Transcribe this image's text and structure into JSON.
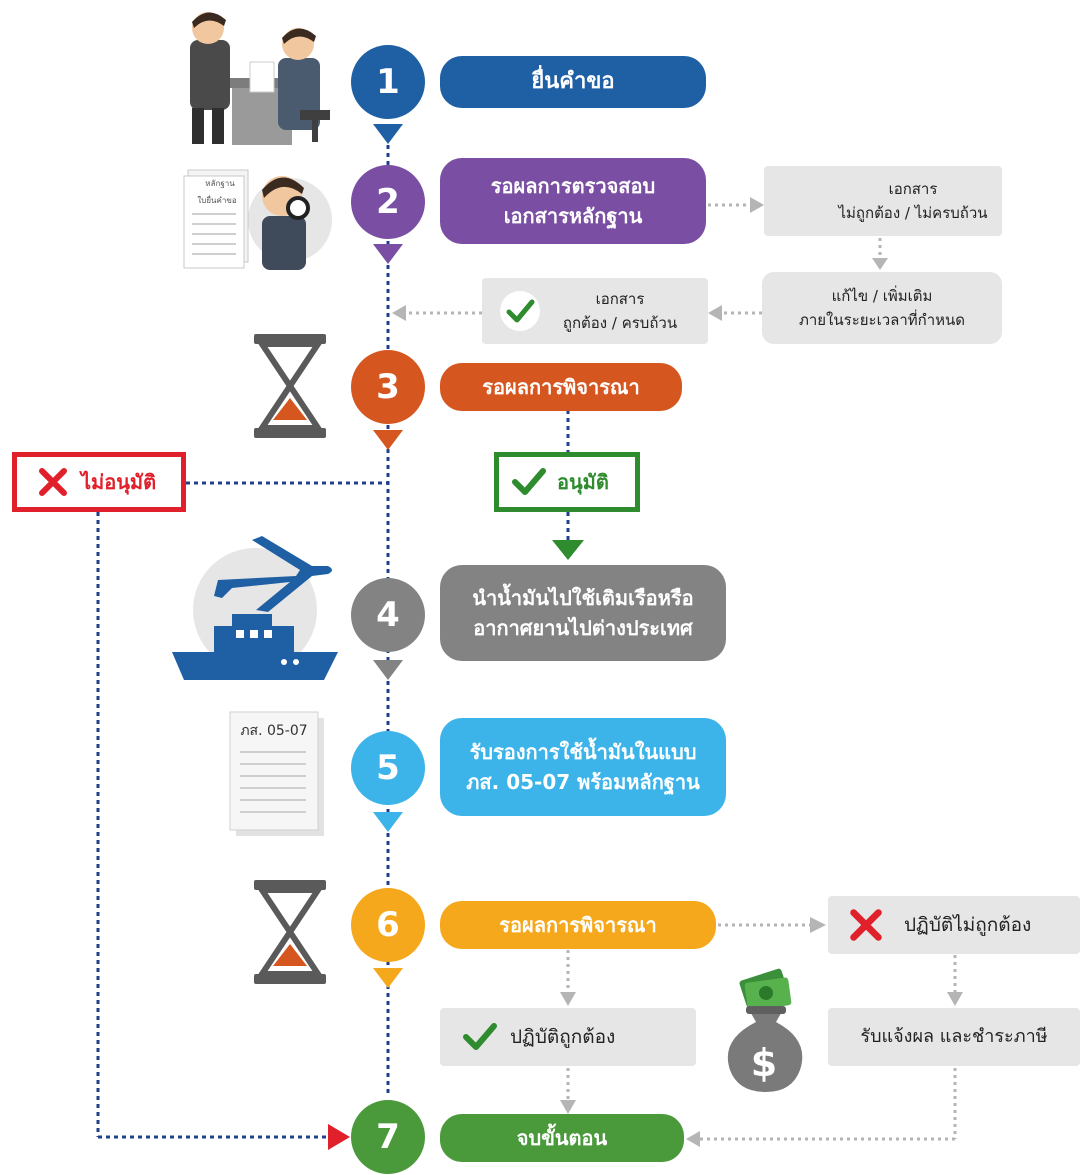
{
  "steps": [
    {
      "number": "1",
      "label": "ยื่นคำขอ",
      "color": "#1f5fa4"
    },
    {
      "number": "2",
      "label": "รอผลการตรวจสอบ\nเอกสารหลักฐาน",
      "color": "#7a4ea3"
    },
    {
      "number": "3",
      "label": "รอผลการพิจารณา",
      "color": "#d6561f"
    },
    {
      "number": "4",
      "label": "นำน้ำมันไปใช้เติมเรือหรือ\nอากาศยานไปต่างประเทศ",
      "color": "#838383"
    },
    {
      "number": "5",
      "label": "รับรองการใช้น้ำมันในแบบ\nภส. 05-07 พร้อมหลักฐาน",
      "color": "#3cb4ea"
    },
    {
      "number": "6",
      "label": "รอผลการพิจารณา",
      "color": "#f5a81c"
    },
    {
      "number": "7",
      "label": "จบขั้นตอน",
      "color": "#4a9a3c"
    }
  ],
  "notes": {
    "doc_incorrect": "เอกสาร\nไม่ถูกต้อง / ไม่ครบถ้วน",
    "fix_docs": "แก้ไข / เพิ่มเติม\nภายในระยะเวลาที่กำหนด",
    "doc_correct": "เอกสาร\nถูกต้อง / ครบถ้วน",
    "not_approved": "ไม่อนุมัติ",
    "approved": "อนุมัติ",
    "practice_incorrect": "ปฏิบัติไม่ถูกต้อง",
    "practice_correct": "ปฏิบัติถูกต้อง",
    "notify_pay_tax": "รับแจ้งผล และชำระภาษี"
  },
  "illustrations": {
    "documents_label_1": "หลักฐาน",
    "documents_label_2": "ใบยื่นคำขอ",
    "form_label": "ภส. 05-07"
  },
  "colors": {
    "connector_blue": "#1f3f8f",
    "connector_gray": "#b5b5b5",
    "reject_red": "#e0202a",
    "approve_green": "#2e8b2e"
  }
}
